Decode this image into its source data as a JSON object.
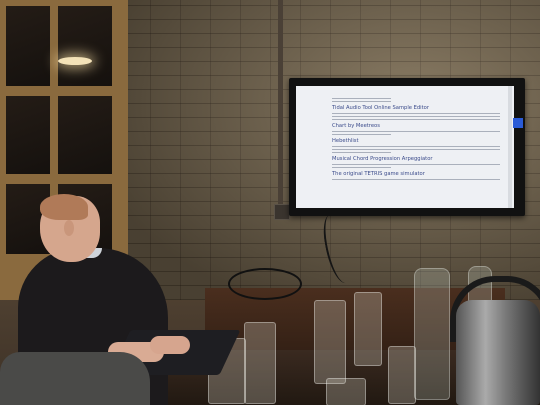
{
  "screen": {
    "headings": [
      "Tidal Audio Tool Online Sample Editor",
      "Chart by Meetreos",
      "Hebethlist",
      "Musical Chord Progression Arpeggiator",
      "The original TETRIS game simulator"
    ],
    "accent_color": "#2a5bd7",
    "heading_color": "#3a4a8a"
  }
}
